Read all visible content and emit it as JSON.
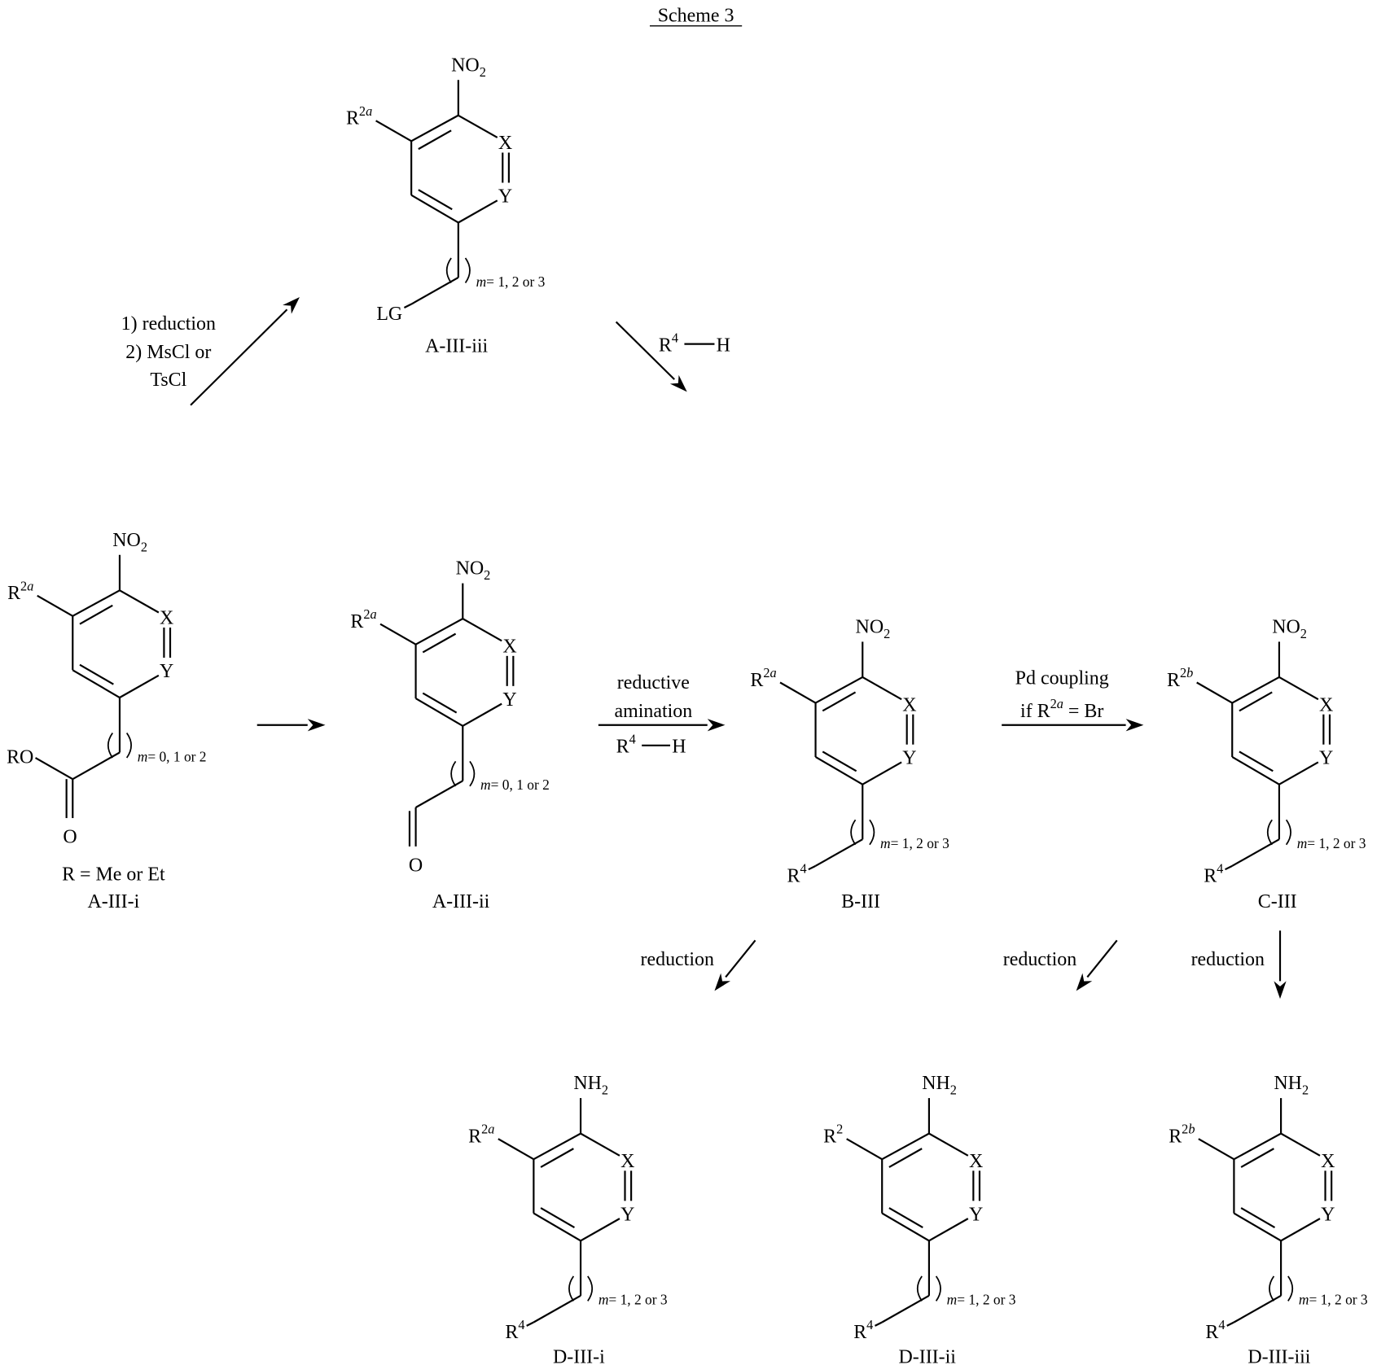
{
  "title": "Scheme 3",
  "compounds": [
    {
      "id": "A-III-iii",
      "name": "A-III-iii",
      "top": {
        "main": "NO",
        "sub": "2"
      },
      "r2": {
        "main": "R",
        "num": "2",
        "letter": "a"
      },
      "x": "X",
      "y": "Y",
      "chain": {
        "m": "m",
        "range": "= 1, 2 or 3"
      },
      "end": {
        "main": "LG"
      },
      "kind": "lg"
    },
    {
      "id": "A-III-i",
      "name": "A-III-i",
      "note": "R = Me or Et",
      "top": {
        "main": "NO",
        "sub": "2"
      },
      "r2": {
        "main": "R",
        "num": "2",
        "letter": "a"
      },
      "x": "X",
      "y": "Y",
      "chain": {
        "m": "m",
        "range": "= 0, 1 or 2"
      },
      "ester": {
        "ro": "RO",
        "o": "O"
      },
      "kind": "ester"
    },
    {
      "id": "A-III-ii",
      "name": "A-III-ii",
      "top": {
        "main": "NO",
        "sub": "2"
      },
      "r2": {
        "main": "R",
        "num": "2",
        "letter": "a"
      },
      "x": "X",
      "y": "Y",
      "chain": {
        "m": "m",
        "range": "= 0, 1 or 2"
      },
      "aldehyde": {
        "o": "O"
      },
      "kind": "aldehyde"
    },
    {
      "id": "B-III",
      "name": "B-III",
      "top": {
        "main": "NO",
        "sub": "2"
      },
      "r2": {
        "main": "R",
        "num": "2",
        "letter": "a"
      },
      "x": "X",
      "y": "Y",
      "chain": {
        "m": "m",
        "range": "= 1, 2 or 3"
      },
      "end": {
        "main": "R",
        "num": "4"
      },
      "kind": "r4"
    },
    {
      "id": "C-III",
      "name": "C-III",
      "top": {
        "main": "NO",
        "sub": "2"
      },
      "r2": {
        "main": "R",
        "num": "2",
        "letter": "b"
      },
      "x": "X",
      "y": "Y",
      "chain": {
        "m": "m",
        "range": "= 1, 2 or 3"
      },
      "end": {
        "main": "R",
        "num": "4"
      },
      "kind": "r4"
    },
    {
      "id": "D-III-i",
      "name": "D-III-i",
      "top": {
        "main": "NH",
        "sub": "2"
      },
      "r2": {
        "main": "R",
        "num": "2",
        "letter": "a"
      },
      "x": "X",
      "y": "Y",
      "chain": {
        "m": "m",
        "range": "= 1, 2 or 3"
      },
      "end": {
        "main": "R",
        "num": "4"
      },
      "kind": "r4"
    },
    {
      "id": "D-III-ii",
      "name": "D-III-ii",
      "top": {
        "main": "NH",
        "sub": "2"
      },
      "r2": {
        "main": "R",
        "num": "2",
        "letter": ""
      },
      "x": "X",
      "y": "Y",
      "chain": {
        "m": "m",
        "range": "= 1, 2 or 3"
      },
      "end": {
        "main": "R",
        "num": "4"
      },
      "kind": "r4"
    },
    {
      "id": "D-III-iii",
      "name": "D-III-iii",
      "top": {
        "main": "NH",
        "sub": "2"
      },
      "r2": {
        "main": "R",
        "num": "2",
        "letter": "b"
      },
      "x": "X",
      "y": "Y",
      "chain": {
        "m": "m",
        "range": "= 1, 2 or 3"
      },
      "end": {
        "main": "R",
        "num": "4"
      },
      "kind": "r4"
    }
  ],
  "arrows": [
    {
      "id": "to-A-III-iii",
      "lines": [
        "1) reduction",
        "2) MsCl or",
        "TsCl"
      ]
    },
    {
      "id": "A-III-iii-to-B-III",
      "reagent": {
        "main": "R",
        "num": "4",
        "rest": "H"
      }
    },
    {
      "id": "A-III-i-to-A-III-ii"
    },
    {
      "id": "reductive-amination",
      "lines": [
        "reductive",
        "amination"
      ],
      "reagent": {
        "main": "R",
        "num": "4",
        "rest": "H"
      }
    },
    {
      "id": "pd-coupling",
      "lines": [
        "Pd coupling"
      ],
      "cond": {
        "pre": "if R",
        "num": "2",
        "letter": "a",
        "post": " = Br"
      }
    },
    {
      "id": "reduction-1",
      "lines": [
        "reduction"
      ]
    },
    {
      "id": "reduction-2",
      "lines": [
        "reduction"
      ]
    },
    {
      "id": "reduction-3",
      "lines": [
        "reduction"
      ]
    }
  ]
}
